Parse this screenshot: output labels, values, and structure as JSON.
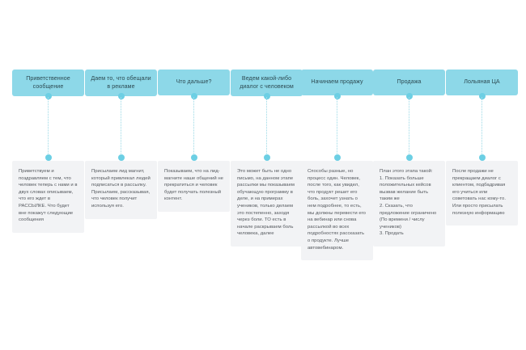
{
  "diagram": {
    "title_visible": false,
    "background_color": "#ffffff",
    "header_color": "#8dd8e8",
    "body_color": "#f2f3f5",
    "node_color": "#6ccfe4",
    "connector_color": "#9bd9e6",
    "stages": [
      {
        "header": "Приветственное сообщение",
        "body": "Приветствуем и поздравляем с тем, что человек теперь с нами и в двух словах описываем, что его ждет в РАССЫЛКЕ. Что будет вне покажут следующие сообщения"
      },
      {
        "header": "Даем то, что обещали в рекламе",
        "body": "Присылаем лид магнит, который привлекал людей подписаться в рассылку. Присылаем, рассказывая, что человек получит используя его."
      },
      {
        "header": "Что дальше?",
        "body": "Показываем, что на лид-магните наше общений не прекратиться и человек будет получать полезный контент."
      },
      {
        "header": "Ведем какой-либо диалог с человеком",
        "body": "Это может быть не одно письмо, на данном этапе рассылки мы показываем обучающую программу в деле, и на примерах учеников, только делаем это постепенно, заходя через боли. ТО есть в начале раскрываем боль человека, далее"
      },
      {
        "header": "Начинаем продажу",
        "body": "Способы разные, но процесс один. Человек, после того, как увидел, что продукт решит его боль, захочет узнать о нем подробнее, то есть, мы должны перевести его на вебинар или снова рассылкой во всех подробностях рассказать о продукте. Лучше автовебинаром."
      },
      {
        "header": "Продажа",
        "body": "План этого этапа такой:\n1. Показать больше положительных кейсов вызвав желание быть таким же\n2. Сказать, что предложение ограничено (По времени / числу учеников)\n3. Продать"
      },
      {
        "header": "Лольяная ЦА",
        "body": "После продажи не прекращаем диалог с клиентом, подбадривая его учиться или советовать нас кому-то. Или просто присылать полезную информацию"
      }
    ]
  }
}
